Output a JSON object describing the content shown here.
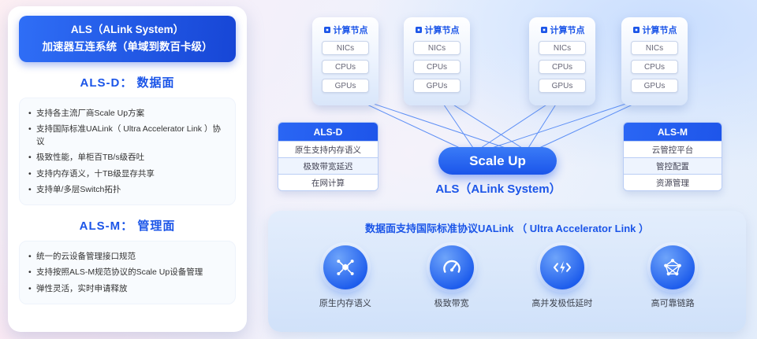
{
  "colors": {
    "accent_blue": "#1b55e8",
    "header_gradient_start": "#2f6ef6",
    "header_gradient_end": "#1746d6",
    "table_header_blue": "#2a66f4",
    "feature_circle_blue": "#1d5cec"
  },
  "left_panel": {
    "header": {
      "line1": "ALS（ALink System）",
      "line2": "加速器互连系统（单域到数百卡级）"
    },
    "als_d": {
      "title": "ALS-D：  数据面",
      "bullets": [
        "支持各主流厂商Scale Up方案",
        "支持国际标准UALink（ Ultra Accelerator Link ）协议",
        "极致性能，单柜百TB/s级吞吐",
        "支持内存语义，十TB级显存共享",
        "支持单/多层Switch拓扑"
      ]
    },
    "als_m": {
      "title": "ALS-M：  管理面",
      "bullets": [
        "统一的云设备管理接口规范",
        "支持按照ALS-M规范协议的Scale Up设备管理",
        "弹性灵活，实时申请释放"
      ]
    }
  },
  "compute_node": {
    "title": "计算节点",
    "boxes": [
      "NICs",
      "CPUs",
      "GPUs"
    ]
  },
  "als_d_table": {
    "header": "ALS-D",
    "rows": [
      "原生支持内存语义",
      "极致带宽延迟",
      "在网计算"
    ]
  },
  "als_m_table": {
    "header": "ALS-M",
    "rows": [
      "云管控平台",
      "管控配置",
      "资源管理"
    ]
  },
  "center": {
    "scale_up_label": "Scale Up",
    "system_label": "ALS（ALink System）"
  },
  "bottom_panel": {
    "title": "数据面支持国际标准协议UALink （ Ultra Accelerator Link ）",
    "features": [
      {
        "label": "原生内存语义",
        "icon": "memory-semantics-icon"
      },
      {
        "label": "极致带宽",
        "icon": "speedometer-icon"
      },
      {
        "label": "高并发极低延时",
        "icon": "low-latency-icon"
      },
      {
        "label": "高可靠链路",
        "icon": "reliable-link-icon"
      }
    ]
  }
}
